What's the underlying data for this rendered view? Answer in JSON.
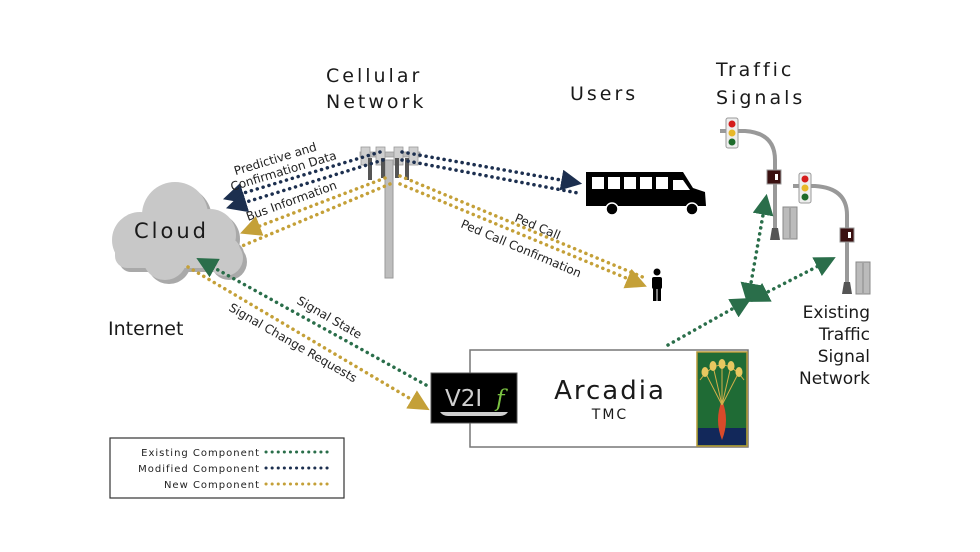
{
  "colors": {
    "existing": "#2a6e4a",
    "modified": "#1c2f4f",
    "new": "#c4a038",
    "cloud": "#c8c8c8",
    "pole": "#b8b8b8",
    "dark": "#000000"
  },
  "titles": {
    "cellular_line1": "Cellular",
    "cellular_line2": "Network",
    "users": "Users",
    "traffic_line1": "Traffic",
    "traffic_line2": "Signals",
    "internet": "Internet",
    "existing_net_line1": "Existing",
    "existing_net_line2": "Traffic",
    "existing_net_line3": "Signal",
    "existing_net_line4": "Network"
  },
  "nodes": {
    "cloud": "Cloud",
    "v2i_main": "V2I",
    "v2i_f": "f",
    "arcadia": "Arcadia",
    "tmc": "TMC"
  },
  "links": {
    "predictive_line1": "Predictive and",
    "predictive_line2": "Confirmation Data",
    "bus_info": "Bus Information",
    "ped_call": "Ped Call",
    "ped_call_confirmation": "Ped Call Confirmation",
    "signal_state": "Signal State",
    "signal_change": "Signal Change Requests"
  },
  "legend": {
    "items": [
      {
        "label": "Existing Component",
        "key": "existing"
      },
      {
        "label": "Modified Component",
        "key": "modified"
      },
      {
        "label": "New Component",
        "key": "new"
      }
    ]
  }
}
